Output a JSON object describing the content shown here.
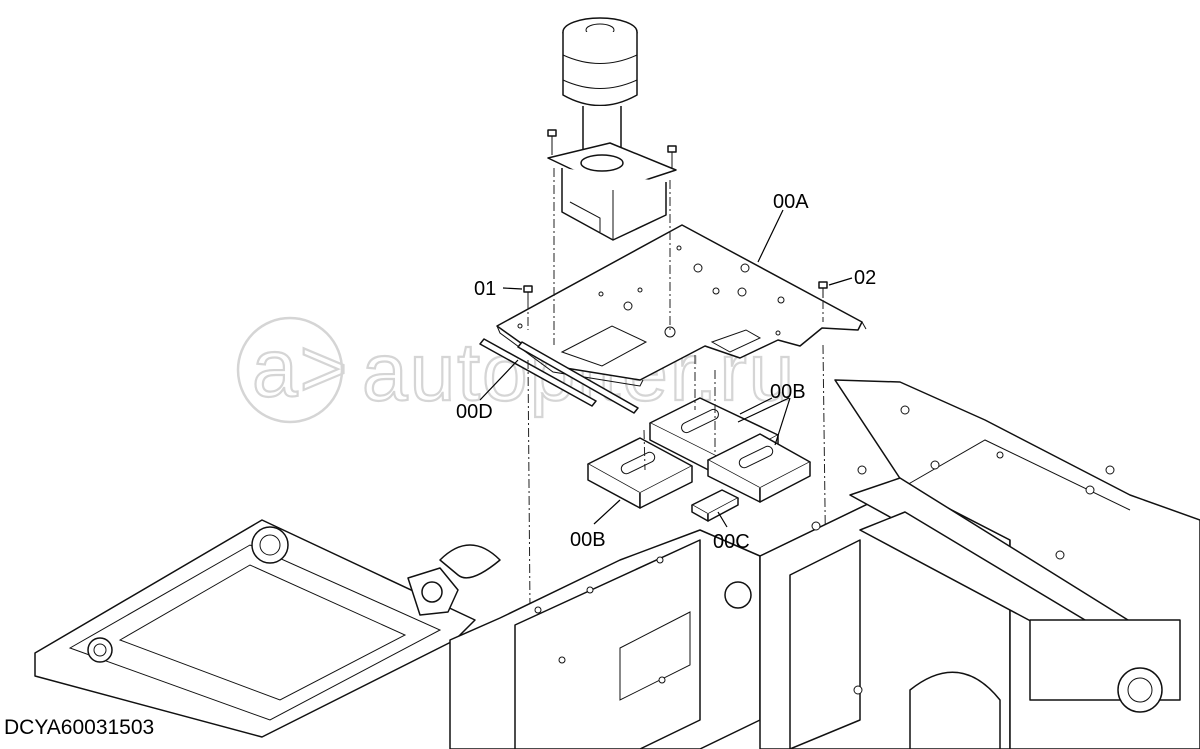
{
  "callouts": {
    "part_00A": "00A",
    "part_01": "01",
    "part_02": "02",
    "part_00B_upper": "00B",
    "part_00B_lower": "00B",
    "part_00C": "00C",
    "part_00D": "00D"
  },
  "drawing_id": "DCYA60031503",
  "watermark": {
    "text": "autopiter.ru",
    "logo_glyph": "a>"
  }
}
